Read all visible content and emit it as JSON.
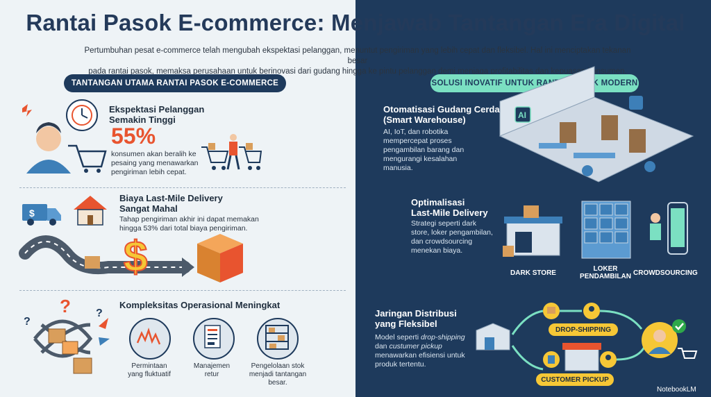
{
  "title_main": "Rantai Pasok E-commerce: Menjawab Tantangan Era Digital",
  "intro_line1": "Pertumbuhan pesat e-commerce telah mengubah ekspektasi pelanggan, menuntut pengiriman yang lebih cepat dan fleksibel. Hal ini menciptakan tekanan besar",
  "intro_line2": "pada rantai pasok, memaksa perusahaan untuk berinovasi dari gudang hingga ke pintu pelanggan demi menjaga profitabilitas dan kepuasan konsumen.",
  "left": {
    "pill": "TANTANGAN UTAMA RANTAI PASOK E-COMMERCE",
    "s1_title_1": "Ekspektasi Pelanggan",
    "s1_title_2": "Semakin Tinggi",
    "s1_stat": "55%",
    "s1_desc": "konsumen akan beralih ke pesaing yang menawarkan pengiriman lebih cepat.",
    "s2_title_1": "Biaya Last-Mile Delivery",
    "s2_title_2": "Sangat Mahal",
    "s2_desc_1": "Tahap pengiriman akhir ini dapat memakan",
    "s2_desc_2": "hingga 53% dari total biaya pengiriman.",
    "s3_title": "Kompleksitas Operasional Meningkat",
    "s3_c1": "Permintaan yang fluktuatif",
    "s3_c2": "Manajemen retur",
    "s3_c3": "Pengelolaan stok menjadi tantangan besar."
  },
  "right": {
    "pill": "SOLUSI INOVATIF UNTUK RANTAI PASOK MODERN",
    "s1_title_1": "Otomatisasi Gudang Cerdas",
    "s1_title_2": "(Smart Warehouse)",
    "s1_desc": "AI, IoT, dan robotika mempercepat proses pengambilan barang dan mengurangi kesalahan manusia.",
    "s1_ai": "AI",
    "s2_title_1": "Optimalisasi",
    "s2_title_2": "Last-Mile Delivery",
    "s2_desc": "Strategi seperti dark store, loker pengambilan, dan crowdsourcing menekan biaya.",
    "s2_l1": "DARK STORE",
    "s2_l2": "LOKER PENDAMBILAN",
    "s2_l3": "CROWDSOURCING",
    "s3_title_1": "Jaringan Distribusi",
    "s3_title_2": "yang Fleksibel",
    "s3_desc_pre": "Model seperti ",
    "s3_desc_em1": "drop-shipping",
    "s3_desc_mid": " dan ",
    "s3_desc_em2": "custumer pickup",
    "s3_desc_post": " menawarkan efisiensi untuk produk tertentu.",
    "s3_tag1": "DROP-SHIPPING",
    "s3_tag2": "CUSTOMER PICKUP"
  },
  "logo": "NotebookLM",
  "icon_names": [
    "clock-icon",
    "alert-icon",
    "shopping-cart-icon",
    "person-icon",
    "truck-icon",
    "house-icon",
    "dollar-icon",
    "box-icon",
    "question-icon",
    "chart-icon",
    "document-icon",
    "shelf-icon",
    "warehouse-icon",
    "robot-icon",
    "locker-icon",
    "phone-icon",
    "store-icon",
    "check-icon"
  ],
  "colors": {
    "navy": "#1e3a5c",
    "accent_orange": "#e8542f",
    "mint": "#7be0c2",
    "yellow": "#f6c736"
  }
}
